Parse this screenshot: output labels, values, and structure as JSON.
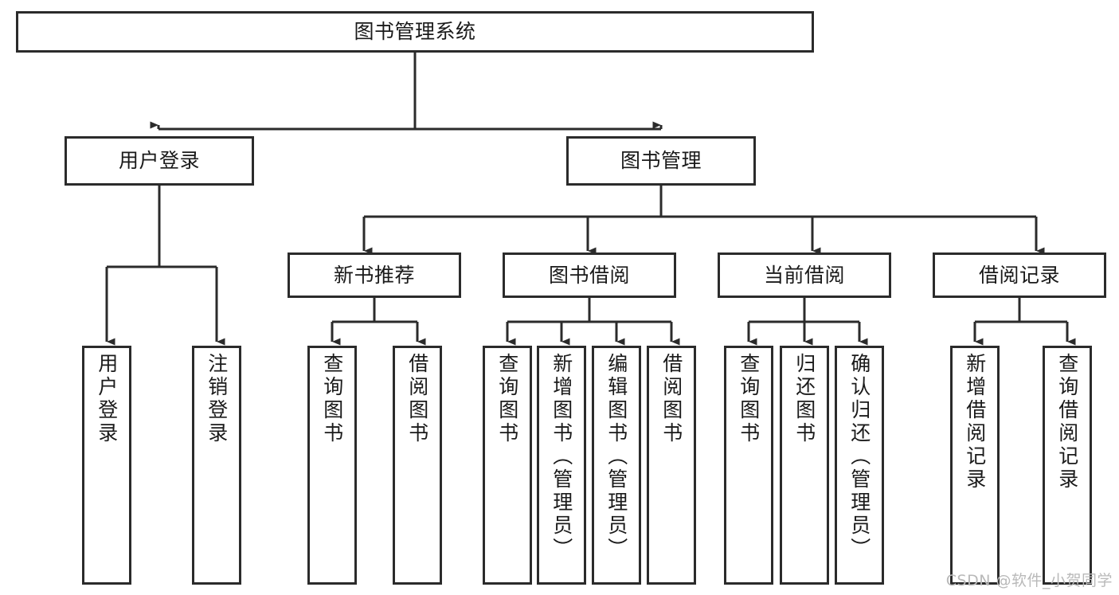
{
  "diagram": {
    "title": "图书管理系统",
    "type": "hierarchy-tree",
    "colors": {
      "box_border": "#2b2b2b",
      "box_fill": "#ffffff",
      "connector": "#2b2b2b",
      "watermark": "#b9b9b9",
      "background": "#ffffff"
    },
    "nodes": {
      "root": {
        "label": "图书管理系统"
      },
      "level1": [
        {
          "id": "user-login",
          "label": "用户登录"
        },
        {
          "id": "book-management",
          "label": "图书管理"
        }
      ],
      "level2": [
        {
          "id": "new-book-recommend",
          "label": "新书推荐"
        },
        {
          "id": "book-borrow",
          "label": "图书借阅"
        },
        {
          "id": "current-borrow",
          "label": "当前借阅"
        },
        {
          "id": "borrow-record",
          "label": "借阅记录"
        }
      ],
      "leaves": {
        "user-login": [
          {
            "id": "leaf-user-login",
            "label": "用户登录"
          },
          {
            "id": "leaf-logout-login",
            "label": "注销登录"
          }
        ],
        "new-book-recommend": [
          {
            "id": "leaf-query-book-1",
            "label": "查询图书"
          },
          {
            "id": "leaf-borrow-book-1",
            "label": "借阅图书"
          }
        ],
        "book-borrow": [
          {
            "id": "leaf-query-book-2",
            "label": "查询图书"
          },
          {
            "id": "leaf-add-book",
            "label": "新增图书（管理员）"
          },
          {
            "id": "leaf-edit-book",
            "label": "编辑图书（管理员）"
          },
          {
            "id": "leaf-borrow-book-2",
            "label": "借阅图书"
          }
        ],
        "current-borrow": [
          {
            "id": "leaf-query-book-3",
            "label": "查询图书"
          },
          {
            "id": "leaf-return-book",
            "label": "归还图书"
          },
          {
            "id": "leaf-confirm-return",
            "label": "确认归还（管理员）"
          }
        ],
        "borrow-record": [
          {
            "id": "leaf-add-record",
            "label": "新增借阅记录"
          },
          {
            "id": "leaf-query-record",
            "label": "查询借阅记录"
          }
        ]
      }
    },
    "watermark": "CSDN @软件_小贺同学"
  }
}
